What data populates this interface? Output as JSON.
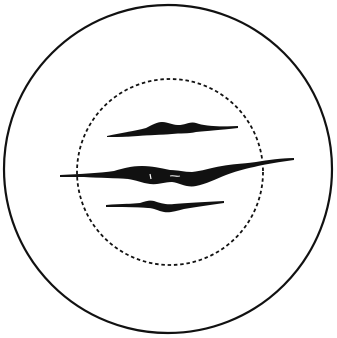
{
  "figure": {
    "shapes": {
      "outer_circle": "outer-circle",
      "inner_circle": "dashed-inner-circle",
      "streaks": [
        "upper-streak",
        "middle-streak",
        "lower-streak"
      ]
    },
    "colors": {
      "ink": "#111111",
      "background": "#ffffff"
    }
  }
}
